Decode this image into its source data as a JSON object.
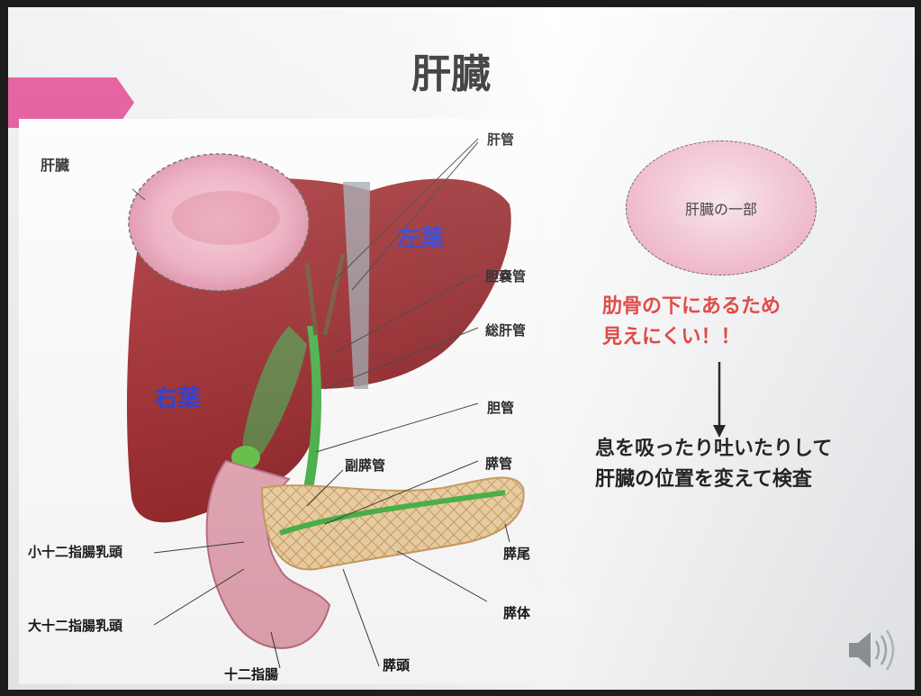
{
  "slide": {
    "title": "肝臓",
    "diagram": {
      "heading": "肝臓",
      "lobes": {
        "left": "左葉",
        "right": "右葉"
      },
      "labels": {
        "hepatic_duct": "肝管",
        "cystic_duct": "胆嚢管",
        "common_hepatic_duct": "総肝管",
        "bile_duct": "胆管",
        "accessory_pancreatic_duct": "副膵管",
        "pancreatic_duct": "膵管",
        "pancreas_tail": "膵尾",
        "pancreas_body": "膵体",
        "pancreas_head": "膵頭",
        "minor_papilla": "小十二指腸乳頭",
        "major_papilla": "大十二指腸乳頭",
        "duodenum": "十二指腸"
      }
    },
    "callout": "肝臓の一部",
    "note_red": [
      "肋骨の下にあるため",
      "見えにくい！！"
    ],
    "note_black": [
      "息を吸ったり吐いたりして",
      "肝臓の位置を変えて検査"
    ],
    "colors": {
      "accent": "#e03a8a",
      "warning": "#e0312e",
      "lobe_text": "#1a2fd0",
      "liver": "#8e1b1f"
    },
    "icons": {
      "audio": "speaker-icon"
    }
  }
}
